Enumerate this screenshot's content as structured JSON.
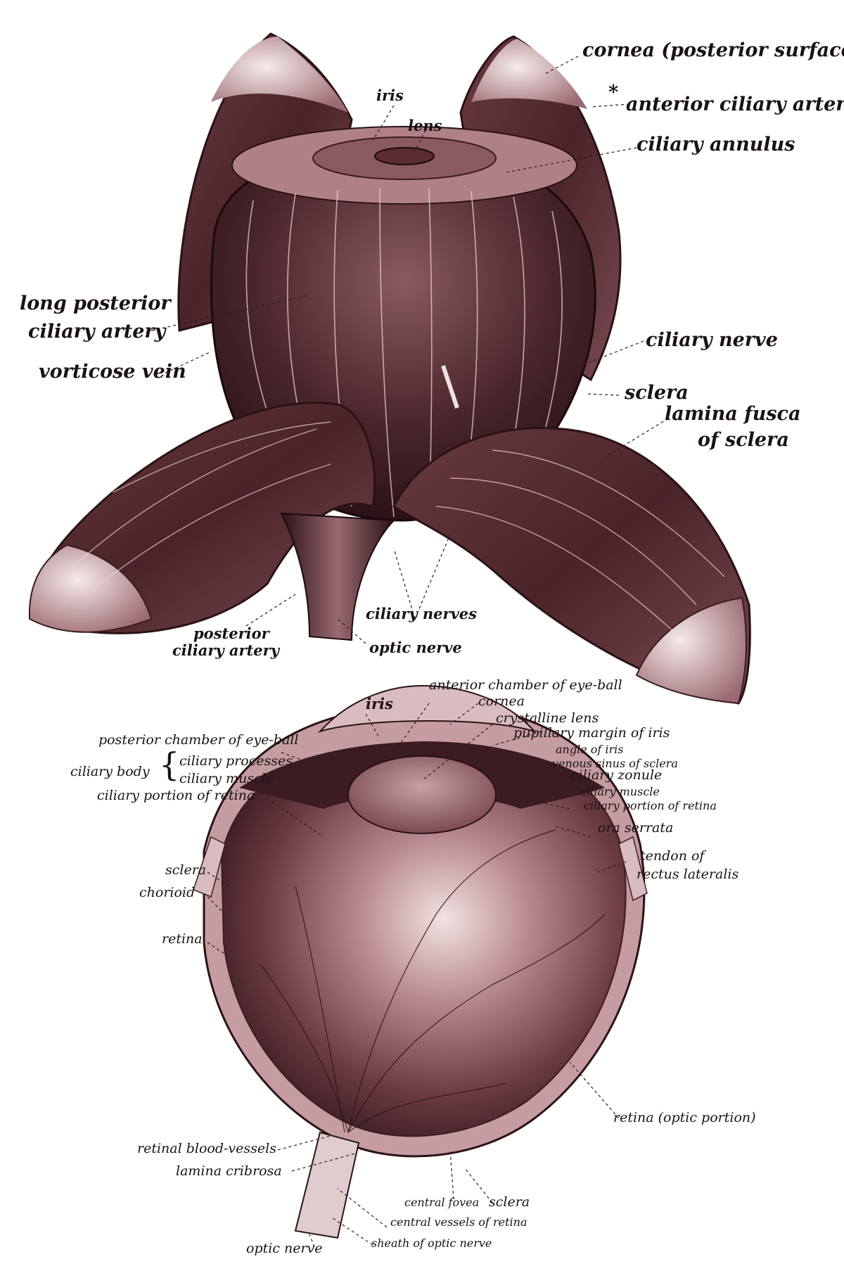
{
  "colors": {
    "tissue_dark": "#3a1c22",
    "tissue_mid": "#7a4a52",
    "tissue_light": "#d8b8bc",
    "highlight": "#f4e6e6",
    "ink": "#1a1214",
    "leader": "#2a1a1e"
  },
  "top_figure": {
    "labels": {
      "cornea_posterior_surface": "cornea (posterior surface)",
      "asterisk": "*",
      "anterior_ciliary_artery": "anterior ciliary artery",
      "iris": "iris",
      "lens": "lens",
      "ciliary_annulus": "ciliary annulus",
      "long_posterior": "long posterior",
      "ciliary_artery": "ciliary artery",
      "vorticose_vein": "vorticose vein",
      "ciliary_nerve": "ciliary nerve",
      "sclera": "sclera",
      "lamina_fusca": "lamina fusca",
      "of_sclera": "of sclera",
      "ciliary_nerves": "ciliary nerves",
      "posterior": "posterior",
      "posterior_ciliary_artery": "ciliary artery",
      "optic_nerve": "optic nerve"
    }
  },
  "bottom_figure": {
    "labels": {
      "anterior_chamber": "anterior chamber of eye-ball",
      "iris": "iris",
      "cornea": "cornea",
      "crystalline_lens": "crystalline lens",
      "posterior_chamber": "posterior chamber of eye-ball",
      "pupillary_margin": "pupillary margin of iris",
      "angle_of_iris": "angle of iris",
      "venous_sinus": "venous sinus of sclera",
      "ciliary_body": "ciliary body",
      "ciliary_processes": "ciliary processes",
      "ciliary_muscle_left": "ciliary muscle",
      "ciliary_zonule": "ciliary zonule",
      "ciliary_muscle_right": "ciliary muscle",
      "ciliary_portion_retina_left": "ciliary portion of retina",
      "ciliary_portion_retina_right": "ciliary portion of retina",
      "ora_serrata": "ora serrata",
      "tendon_of": "tendon of",
      "rectus_lateralis": "rectus lateralis",
      "sclera_left": "sclera",
      "chorioid": "chorioid",
      "retina": "retina",
      "retina_optic_portion": "retina (optic portion)",
      "retinal_blood_vessels": "retinal blood-vessels",
      "lamina_cribrosa": "lamina cribrosa",
      "central_fovea": "central fovea",
      "sclera_bottom": "sclera",
      "central_vessels": "central vessels of retina",
      "optic_nerve": "optic nerve",
      "sheath_optic_nerve": "sheath of optic nerve"
    }
  }
}
